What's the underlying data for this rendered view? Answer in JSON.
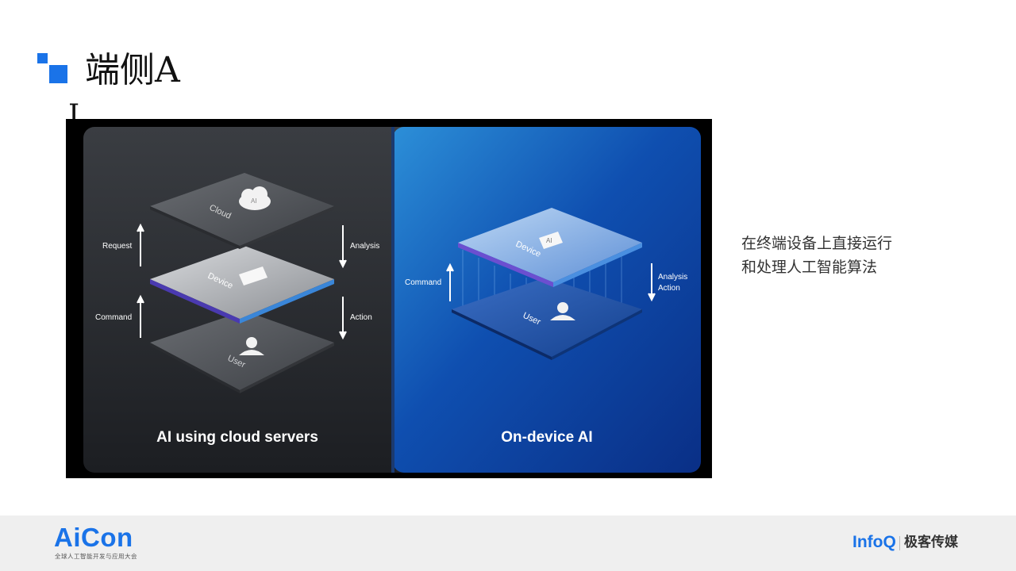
{
  "slide": {
    "title": "端侧A",
    "title_continuation": "I",
    "description_line1": "在终端设备上直接运行",
    "description_line2": "和处理人工智能算法"
  },
  "figure": {
    "left_panel": {
      "caption": "AI using cloud servers",
      "layers": {
        "top": "Cloud",
        "middle": "Device",
        "bottom": "User"
      },
      "chip_label": "AI",
      "arrows": {
        "request": "Request",
        "analysis": "Analysis",
        "command": "Command",
        "action": "Action"
      }
    },
    "right_panel": {
      "caption": "On-device AI",
      "layers": {
        "top": "Device",
        "bottom": "User"
      },
      "chip_label": "AI",
      "arrows": {
        "command": "Command",
        "analysis": "Analysis",
        "action": "Action"
      }
    }
  },
  "footer": {
    "aicon_logo": "AiCon",
    "aicon_subtitle": "全球人工智能开发与应用大会",
    "infoq_logo": "InfoQ",
    "infoq_name": "极客传媒"
  },
  "colors": {
    "accent": "#1a73e8"
  }
}
